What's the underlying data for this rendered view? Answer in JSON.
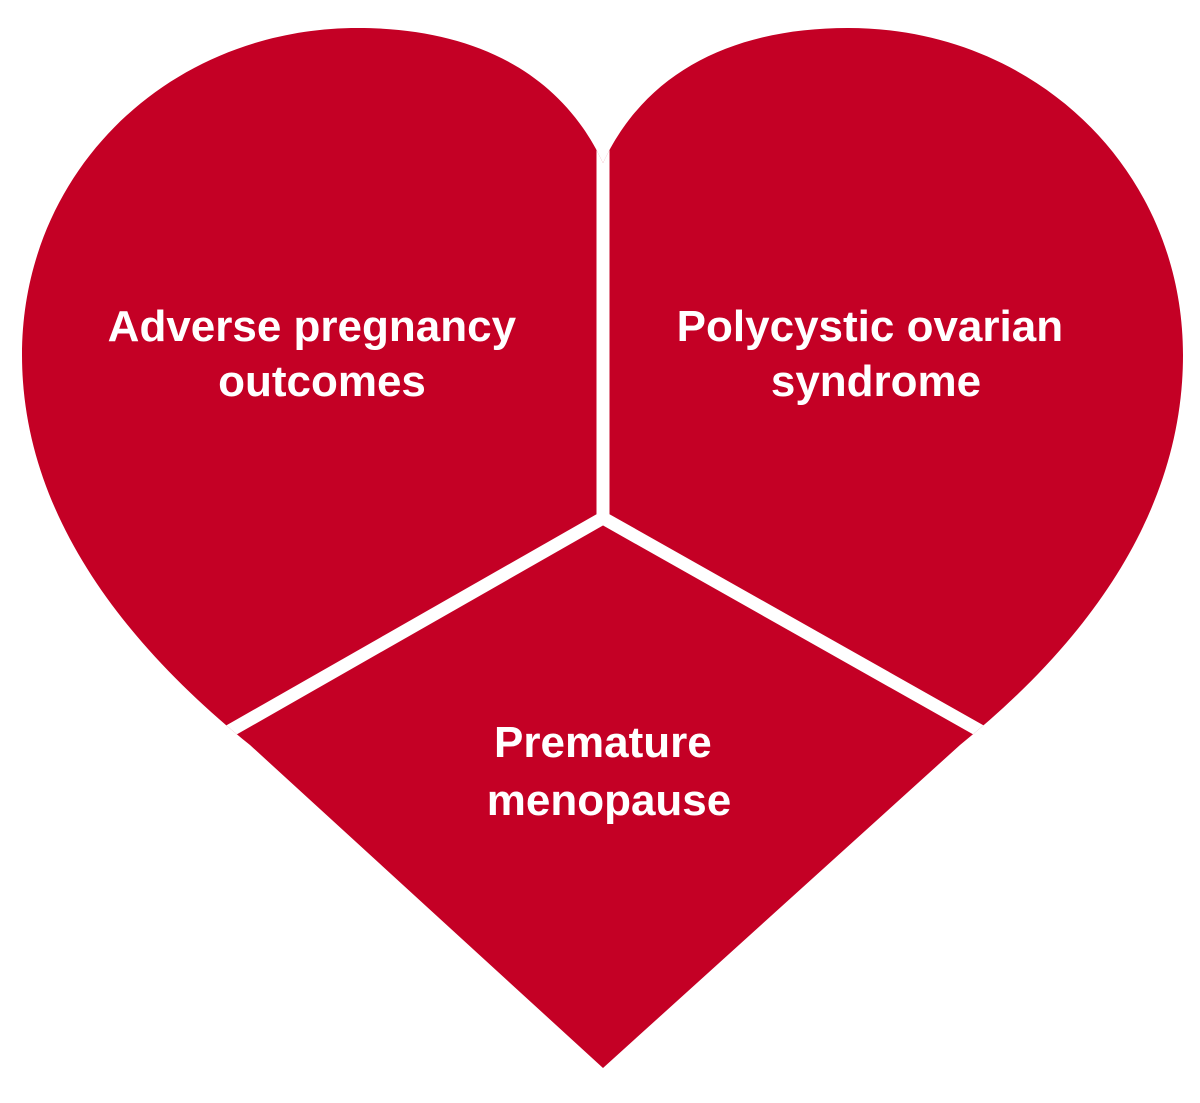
{
  "diagram": {
    "colors": {
      "heart_fill": "#c40025",
      "divider": "#ffffff",
      "label": "#ffffff"
    },
    "segments": [
      {
        "id": "adverse-pregnancy-outcomes",
        "line1": "Adverse pregnancy",
        "line2": "outcomes"
      },
      {
        "id": "polycystic-ovarian-syndrome",
        "line1": "Polycystic ovarian",
        "line2": "syndrome"
      },
      {
        "id": "premature-menopause",
        "line1": "Premature",
        "line2": "menopause"
      }
    ]
  }
}
